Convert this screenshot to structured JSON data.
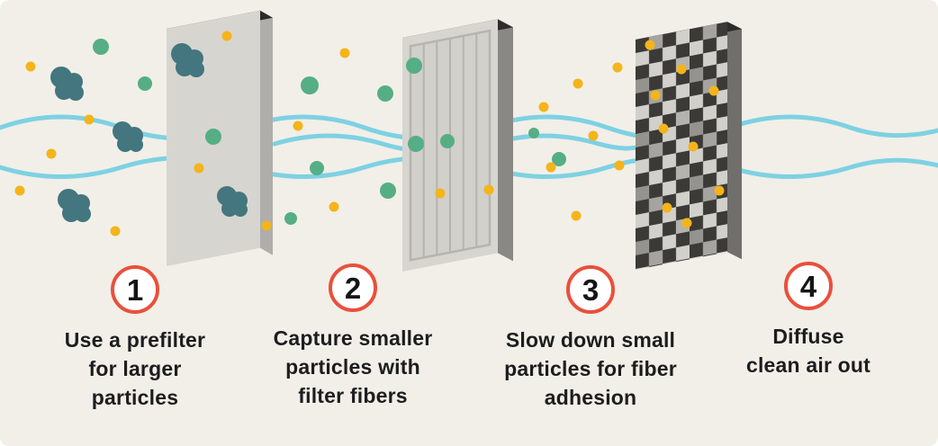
{
  "steps": [
    {
      "number": "1",
      "caption": "Use a prefilter\nfor larger\nparticles"
    },
    {
      "number": "2",
      "caption": "Capture smaller\nparticles with\nfilter fibers"
    },
    {
      "number": "3",
      "caption": "Slow down small\nparticles for fiber\nadhesion"
    },
    {
      "number": "4",
      "caption": "Diffuse\nclean air out"
    }
  ],
  "colors": {
    "background": "#f1efe8",
    "badge_border": "#e9503c",
    "badge_number": "#151515",
    "caption_text": "#1d1d1f",
    "wave": "#7ed1e2",
    "particle_yellow": "#f4b41a",
    "particle_green": "#56ae85",
    "particle_cluster": "#43767e",
    "panel_face": "#d7d5d0",
    "panel_top": "#2d2c2a"
  }
}
